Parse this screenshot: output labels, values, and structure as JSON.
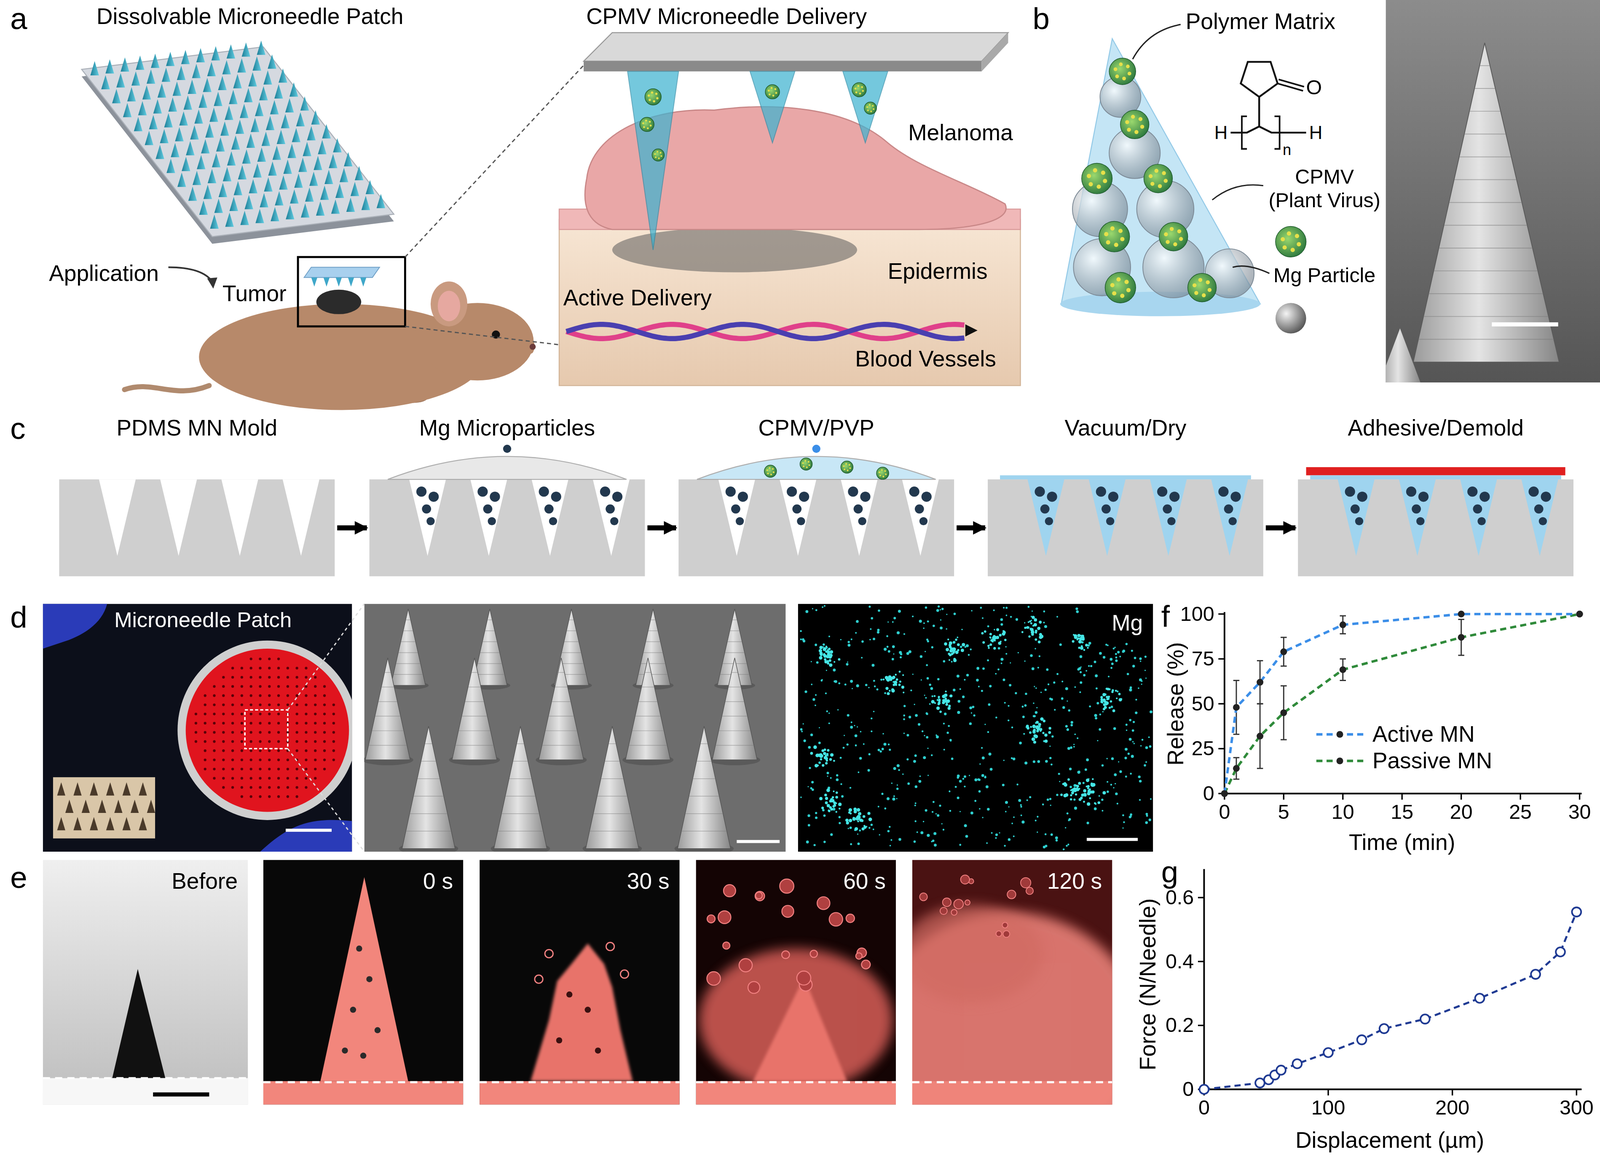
{
  "diagram": {
    "nodes": [
      {
        "text": [
          "PDMS MN Mold"
        ]
      },
      {
        "text": [
          "Mg Microparticles"
        ]
      },
      {
        "text": [
          "CPMV/PVP"
        ]
      },
      {
        "text": [
          "Vacuum/Dry"
        ]
      },
      {
        "text": [
          "Adhesive/Demold"
        ]
      },
      {
        "text": [
          "Microneedle Patch"
        ]
      },
      {
        "text": [
          "Mg"
        ]
      },
      {
        "text": [
          "Before"
        ]
      },
      {
        "text": [
          "0 s"
        ]
      },
      {
        "text": [
          "30 s"
        ]
      },
      {
        "text": [
          "60 s"
        ]
      },
      {
        "text": [
          "120 s"
        ]
      }
    ],
    "edges": [
      {
        "from": 0,
        "to": 1,
        "arrow": "to"
      },
      {
        "from": 1,
        "to": 2,
        "arrow": "to"
      },
      {
        "from": 2,
        "to": 3,
        "arrow": "to"
      },
      {
        "from": 3,
        "to": 4,
        "arrow": "to"
      }
    ],
    "labels": [
      "a",
      "Dissolvable Microneedle Patch",
      "Application",
      "Tumor",
      "CPMV Microneedle Delivery",
      "Melanoma",
      "Epidermis",
      "Active Delivery",
      "Blood Vessels",
      "b",
      "Polymer Matrix",
      "O",
      "H",
      "H",
      "n",
      "CPMV (Plant Virus)",
      "Mg Particle",
      "c",
      "d",
      "e",
      "f",
      "Release (%)",
      "100",
      "75",
      "50",
      "25",
      "0",
      "0",
      "5",
      "10",
      "15",
      "20",
      "25",
      "30",
      "Time (min)",
      "g",
      "Force (N/Needle)",
      "0.6",
      "0.4",
      "0.2",
      "0",
      "0",
      "100",
      "200",
      "300",
      "Displacement (µm)"
    ],
    "legend": [
      {
        "text": "Active MN"
      },
      {
        "text": "Passive MN"
      }
    ]
  }
}
